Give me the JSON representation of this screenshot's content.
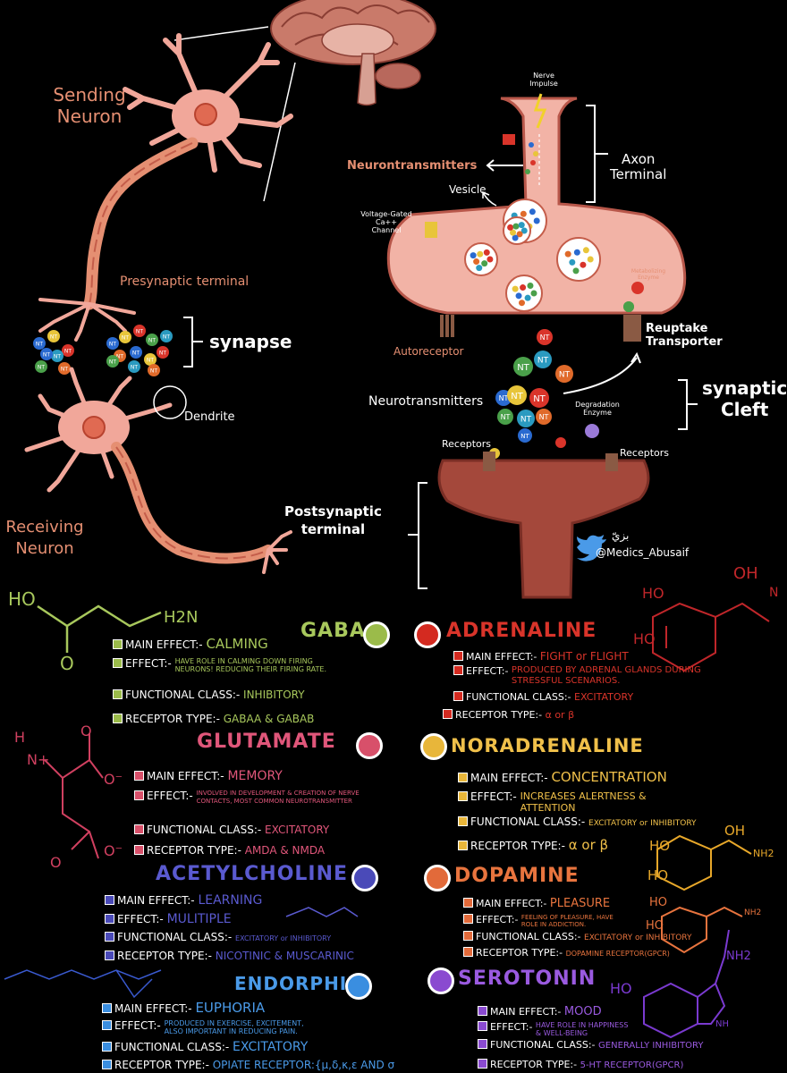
{
  "diagram": {
    "sending_neuron": "Sending\nNeuron",
    "receiving_neuron": "Receiving\nNeuron",
    "presynaptic_terminal": "Presynaptic terminal",
    "synapse": "synapse",
    "dendrite": "Dendrite",
    "nerve_impulse": "Nerve\nImpulse",
    "neurotransmitters_top": "Neurontransmitters",
    "vesicle": "Vesicle",
    "axon_terminal": "Axon\nTerminal",
    "voltage_gated": "Voltage-Gated Ca++\nChannel",
    "metabolizing_enzyme": "Metabolizing\nEnzyme",
    "reuptake_transporter": "Reuptake\nTransporter",
    "autoreceptor": "Autoreceptor",
    "neurotransmitters_mid": "Neurotransmitters",
    "degradation_enzyme": "Degradation\nEnzyme",
    "synaptic_cleft": "synaptic\nCleft",
    "receptors_left": "Receptors",
    "receptors_right": "Receptors",
    "postsynaptic_terminal": "Postsynaptic\nterminal",
    "twitter_handle": "@Medics_Abusaif",
    "signature": "بزيّ",
    "nt_label": "NT"
  },
  "colors": {
    "neuron": "#f1a79a",
    "neuron_dark": "#c45d4a",
    "terminal": "#f2b3a6",
    "post_terminal": "#a4483b",
    "label_orange": "#e58f72"
  },
  "neurotransmitters": [
    {
      "name": "GABA",
      "color": "#9bbb4a",
      "text_color": "#a8c85c",
      "main_effect": "CALMING",
      "effect": "HAVE ROLE IN CALMING DOWN FIRING NEURONS! REDUCING THEIR FIRING RATE.",
      "functional_class": "INHIBITORY",
      "receptor_type": "GABAA & GABAB"
    },
    {
      "name": "ADRENALINE",
      "color": "#d42a20",
      "text_color": "#d9342a",
      "main_effect": "FIGHT or FLIGHT",
      "effect": "PRODUCED BY ADRENAL GLANDS DURING STRESSFUL SCENARIOS.",
      "functional_class": "EXCITATORY",
      "receptor_type": "α or β"
    },
    {
      "name": "GLUTAMATE",
      "color": "#d8506a",
      "text_color": "#e0567a",
      "main_effect": "MEMORY",
      "effect": "INVOLVED IN DEVELOPMENT & CREATION OF NERVE CONTACTS, MOST COMMON NEUROTRANSMITTER",
      "functional_class": "EXCITATORY",
      "receptor_type": "AMDA & NMDA"
    },
    {
      "name": "NORADRENALINE",
      "color": "#e8b63a",
      "text_color": "#f0c04a",
      "main_effect": "CONCENTRATION",
      "effect": "INCREASES ALERTNESS & ATTENTION",
      "functional_class": "EXCITATORY or INHIBITORY",
      "receptor_type": "α or β"
    },
    {
      "name": "ACETYLCHOLINE",
      "color": "#4a4ab8",
      "text_color": "#5a5ad0",
      "main_effect": "LEARNING",
      "effect": "MULITIPLE",
      "functional_class": "EXCITATORY or INHIBITORY",
      "receptor_type": "NICOTINIC & MUSCARINIC"
    },
    {
      "name": "DOPAMINE",
      "color": "#e26a3a",
      "text_color": "#e8743e",
      "main_effect": "PLEASURE",
      "effect": "FEELING OF PLEASURE, HAVE ROLE IN ADDICTION.",
      "functional_class": "EXCITATORY or INHIBITORY",
      "receptor_type": "DOPAMINE RECEPTOR(GPCR)"
    },
    {
      "name": "ENDORPHIN",
      "color": "#3a8ee0",
      "text_color": "#4a9ae8",
      "main_effect": "EUPHORIA",
      "effect": "PRODUCED IN EXERCISE, EXCITEMENT, ALSO IMPORTANT IN REDUCING PAIN.",
      "functional_class": "EXCITATORY",
      "receptor_type": "OPIATE RECEPTOR:{μ,δ,κ,ε AND σ"
    },
    {
      "name": "SEROTONIN",
      "color": "#8a4ad0",
      "text_color": "#9a5ae0",
      "main_effect": "MOOD",
      "effect": "HAVE ROLE IN HAPPINESS & WELL-BEING",
      "functional_class": "GENERALLY INHIBITORY",
      "receptor_type": "5-HT RECEPTOR(GPCR)"
    }
  ],
  "field_labels": {
    "main_effect": "MAIN EFFECT:-",
    "effect": "EFFECT:-",
    "functional_class": "FUNCTIONAL CLASS:-",
    "receptor_type": "RECEPTOR TYPE:-"
  },
  "chem_labels": {
    "gaba_ho": "HO",
    "gaba_nh2": "H2N",
    "gaba_o": "O",
    "adr_ho1": "HO",
    "adr_ho2": "HO",
    "adr_oh": "OH",
    "adr_n": "N",
    "glu_h": "H",
    "glu_n": "N+",
    "glu_o1": "O⁻",
    "glu_o2": "O⁻",
    "glu_o3": "O",
    "glu_o4": "O",
    "nor_ho1": "HO",
    "nor_ho2": "HO",
    "nor_oh": "OH",
    "nor_nh2": "NH2",
    "dop_ho1": "HO",
    "dop_ho2": "HO",
    "dop_nh2": "NH2",
    "ser_ho": "HO",
    "ser_nh2": "NH2",
    "ser_nh": "NH"
  }
}
